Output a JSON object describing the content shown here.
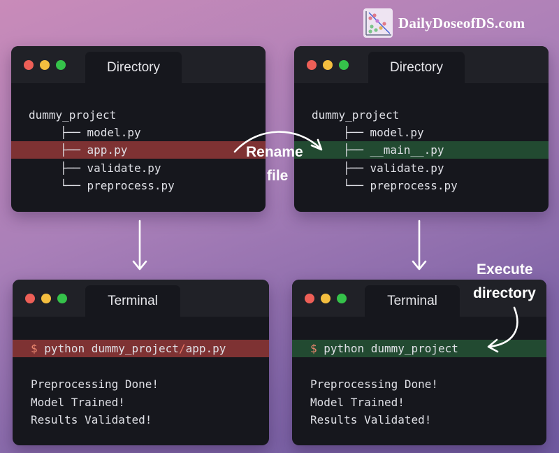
{
  "brand": {
    "name": "DailyDoseofDS.com",
    "logo_icon": "scatter-plot-logo"
  },
  "colors": {
    "highlight_red": "#7e3233",
    "highlight_green": "#224a31",
    "window_bg": "#16171d"
  },
  "windows": {
    "dir_before": {
      "tab": "Directory",
      "root": "dummy_project",
      "lines": [
        "├── model.py",
        "├── app.py",
        "├── validate.py",
        "└── preprocess.py"
      ]
    },
    "dir_after": {
      "tab": "Directory",
      "root": "dummy_project",
      "lines": [
        "├── model.py",
        "├── __main__.py",
        "├── validate.py",
        "└── preprocess.py"
      ]
    },
    "term_before": {
      "tab": "Terminal",
      "prompt": "$",
      "command_prefix": "python dummy_project",
      "command_slash": "/",
      "command_file": "app.py",
      "output": [
        "Preprocessing Done!",
        "Model Trained!",
        "Results Validated!"
      ]
    },
    "term_after": {
      "tab": "Terminal",
      "prompt": "$",
      "command": "python dummy_project",
      "output": [
        "Preprocessing Done!",
        "Model Trained!",
        "Results Validated!"
      ]
    }
  },
  "annotations": {
    "rename_line1": "Rename",
    "rename_line2": "file",
    "execute_line1": "Execute",
    "execute_line2": "directory"
  }
}
